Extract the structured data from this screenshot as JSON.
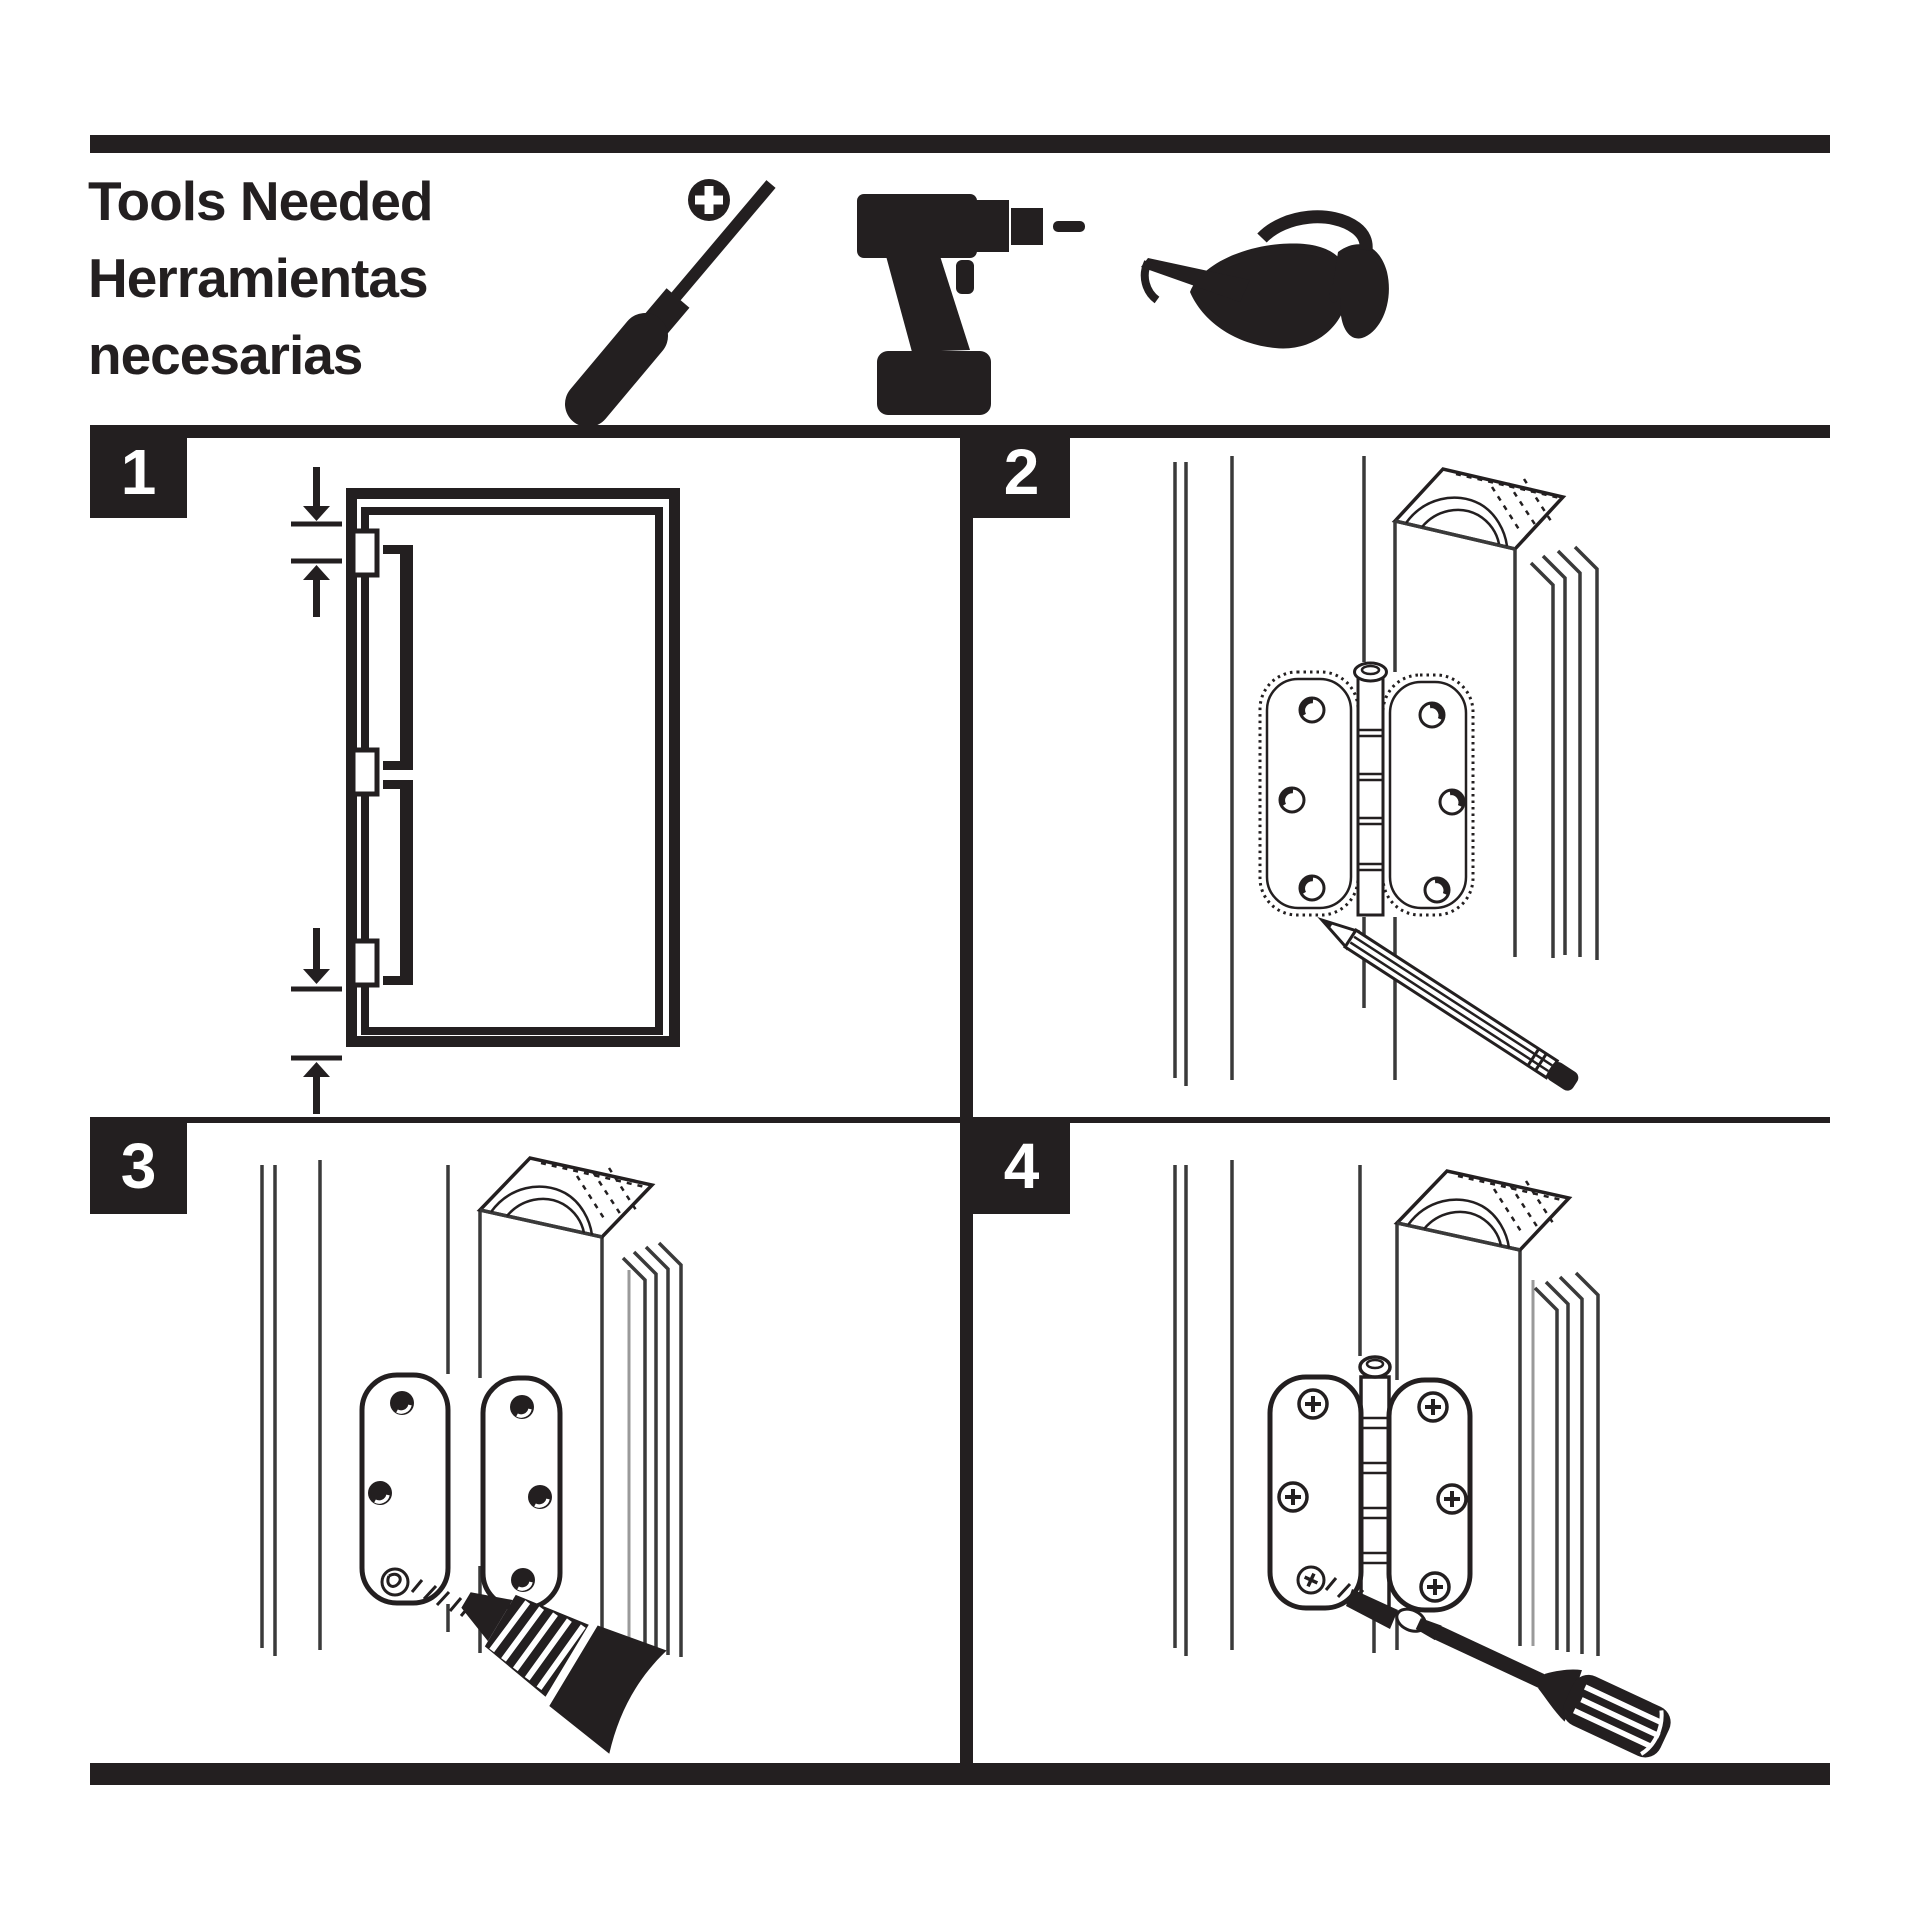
{
  "colors": {
    "ink": "#231f20",
    "thin_line": "#3a3a3a",
    "muted_line": "#9a9a9a",
    "background": "#ffffff"
  },
  "header": {
    "title_lines": [
      "Tools Needed",
      "Herramientas",
      "necesarias"
    ],
    "tool_icons": [
      "phillips-screwdriver-icon",
      "cordless-drill-icon",
      "safety-glasses-icon"
    ]
  },
  "panels": [
    {
      "number": "1",
      "illustration": "door-with-hinge-spacing-arrows"
    },
    {
      "number": "2",
      "illustration": "trace-hinge-outline-with-pencil"
    },
    {
      "number": "3",
      "illustration": "drive-screws-with-drill"
    },
    {
      "number": "4",
      "illustration": "tighten-screws-with-screwdriver"
    }
  ]
}
